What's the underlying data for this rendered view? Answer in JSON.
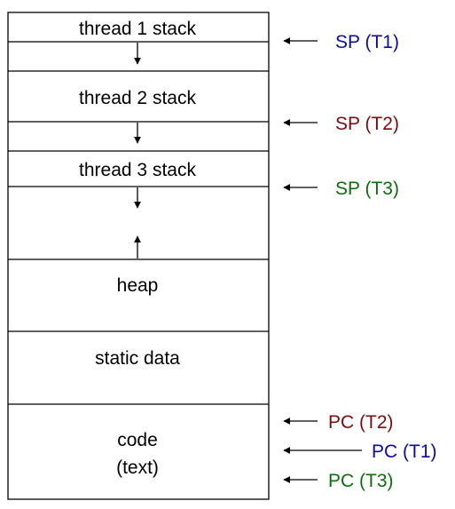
{
  "colors": {
    "t1": "#0b0b9e",
    "t2": "#7a0c0c",
    "t3": "#0a6e0a",
    "black": "#000000"
  },
  "regions": {
    "thread1_stack": "thread 1 stack",
    "thread2_stack": "thread 2 stack",
    "thread3_stack": "thread 3 stack",
    "heap": "heap",
    "static_data": "static data",
    "code": "code",
    "text": "(text)"
  },
  "pointers": {
    "sp_t1": "SP (T1)",
    "sp_t2": "SP (T2)",
    "sp_t3": "SP (T3)",
    "pc_t2": "PC (T2)",
    "pc_t1": "PC (T1)",
    "pc_t3": "PC (T3)"
  },
  "icons": {
    "stack_growth": "arrow-down-icon",
    "heap_growth": "arrow-up-icon",
    "pointer": "arrow-left-icon"
  }
}
